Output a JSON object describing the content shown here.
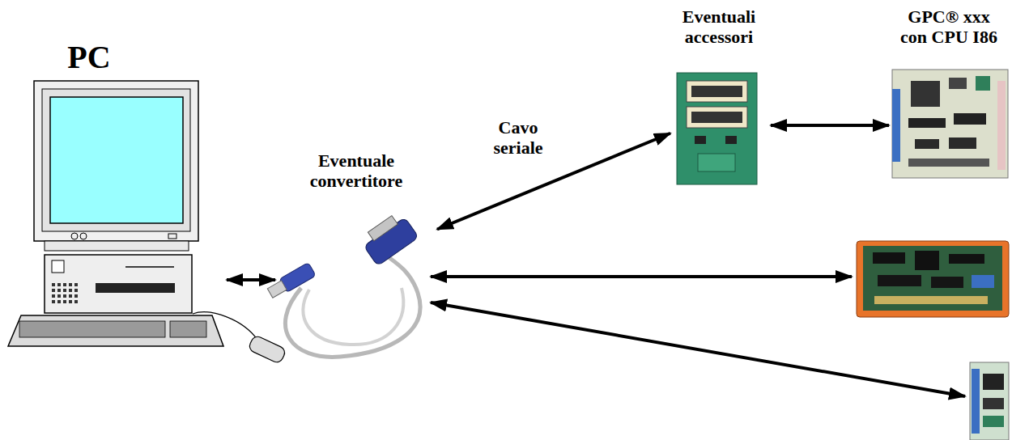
{
  "diagram": {
    "nodes": [
      {
        "text": [
          "PC"
        ]
      },
      {
        "text": [
          "Eventuale convertitore"
        ]
      },
      {
        "text": [
          "Eventuali accessori"
        ]
      },
      {
        "text": [
          "GPC® xxx con CPU I86"
        ]
      }
    ],
    "edges": [
      {
        "from": 0,
        "to": 1,
        "arrow": "both"
      },
      {
        "from": 1,
        "to": 2,
        "arrow": "both",
        "label": "Cavo seriale"
      },
      {
        "from": 2,
        "to": 3,
        "arrow": "both"
      }
    ]
  }
}
